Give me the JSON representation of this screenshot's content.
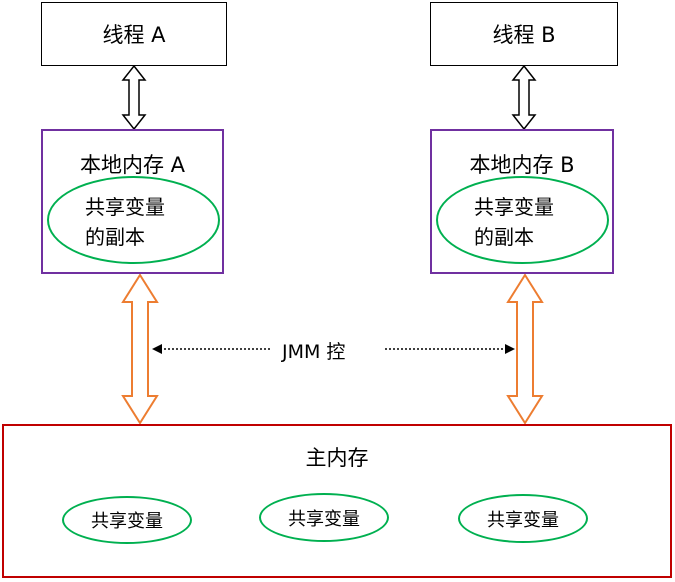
{
  "threads": [
    {
      "label": "线程 A"
    },
    {
      "label": "线程 B"
    }
  ],
  "local_memory": [
    {
      "title": "本地内存 A",
      "copy_line1": "共享变量",
      "copy_line2": "的副本"
    },
    {
      "title": "本地内存 B",
      "copy_line1": "共享变量",
      "copy_line2": "的副本"
    }
  ],
  "jmm_label": "JMM 控",
  "main_memory": {
    "title": "主内存",
    "shared_vars": [
      "共享变量",
      "共享变量",
      "共享变量"
    ]
  },
  "colors": {
    "thread_border": "#000000",
    "local_border": "#7030a0",
    "main_border": "#c00000",
    "ellipse_border": "#00b050",
    "orange_arrow": "#ed7d31"
  }
}
